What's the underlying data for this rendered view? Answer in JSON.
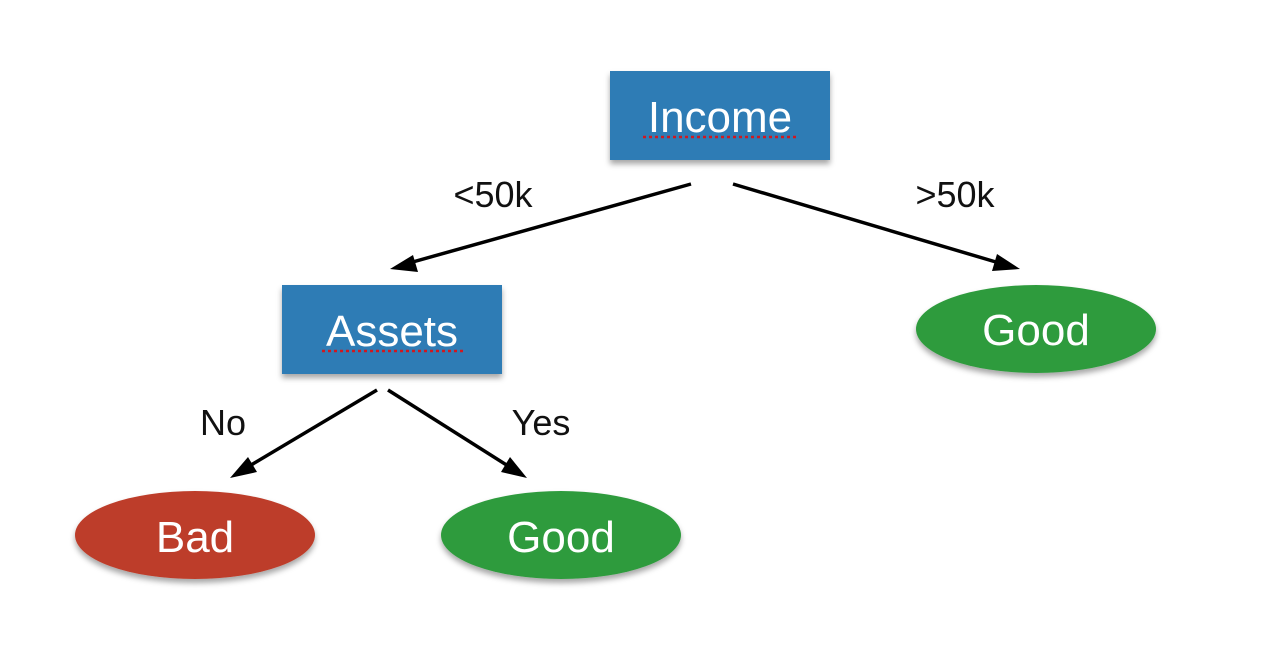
{
  "tree": {
    "root": {
      "label": "Income",
      "fill": "#2e7bb5",
      "spellcheck_underline": true
    },
    "edges": {
      "income_low": "<50k",
      "income_high": ">50k",
      "assets_no": "No",
      "assets_yes": "Yes"
    },
    "assets": {
      "label": "Assets",
      "fill": "#2e7bb5",
      "spellcheck_underline": true
    },
    "leaves": {
      "high_income": {
        "label": "Good",
        "fill": "#2f9b3e"
      },
      "no_assets": {
        "label": "Bad",
        "fill": "#bd3e2a"
      },
      "yes_assets": {
        "label": "Good",
        "fill": "#2f9b3e"
      }
    },
    "colors": {
      "edge": "#000000",
      "text_on_node": "#ffffff",
      "spellcheck": "#d0181f"
    }
  }
}
